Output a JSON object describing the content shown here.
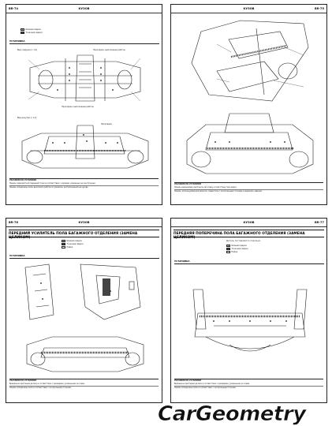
{
  "pages": {
    "p1": {
      "page_code": "BR-74",
      "section": "КУЗОВ",
      "section_label": "УСТАНОВКА",
      "view1_caption": "Вид снаружи (с 1-2)",
      "view2_caption": "Вид изнутри (с 1-2)",
      "callout_a": "Прокладка, выполнение работы",
      "callout_b": "Прокладка, выполнение работы",
      "callout_c": "Прокладка",
      "notes_heading": "УКАЗАНИЯ ПО УСТАНОВКЕ",
      "notes": [
        "Панель перекрёстной передней точки в соответствии с нормами, указанных на конструкции.",
        "Панель поперечины пола, выполните работы по разметке, расположенной на кузове."
      ],
      "legend": [
        "Шовная сварка",
        "Точечная сварка"
      ]
    },
    "p2": {
      "page_code": "BR-75",
      "section": "КУЗОВ",
      "notes_heading": "УКАЗАНИЯ ПО УСТАНОВКЕ",
      "notes": [
        "Панель заменяемая, выполнить заготовку и подготовку под сварку.",
        "Панель, используемая для ремонта, совместить с контрольными точками и закрепить сваркой."
      ]
    },
    "p3": {
      "page_code": "BR-76",
      "section": "КУЗОВ",
      "title": "ПЕРЕДНИЙ УСИЛИТЕЛЬ ПОЛА БАГАЖНОГО ОТДЕЛЕНИЯ (ЗАМЕНА ЦЕЛИКОМ)",
      "section_label": "УСТАНОВКА",
      "legend": [
        "Шовная сварка",
        "Точечная сварка",
        "Пайка"
      ],
      "notes_heading": "УКАЗАНИЯ ПО УСТАНОВКЕ",
      "notes": [
        "Временное крепление детали в соответствии с размерами, указанными на схеме.",
        "Панель поперечины пола в соответствии с контрольными точками."
      ]
    },
    "p4": {
      "page_code": "BR-77",
      "section": "КУЗОВ",
      "title": "ПЕРЕДНЯЯ ПОПЕРЕЧИНА ПОЛА БАГАЖНОГО ОТДЕЛЕНИЯ (ЗАМЕНА ЦЕЛИКОМ)",
      "subtitle": "Деталь поставляется отдельно.",
      "section_label": "УСТАНОВКА",
      "legend": [
        "Шовная сварка",
        "Точечная сварка",
        "Пайка"
      ],
      "notes_heading": "УКАЗАНИЯ ПО УСТАНОВКЕ",
      "notes": [
        "Временное крепление детали в соответствии с размерами, указанными на схеме.",
        "Панель поперечины пола в соответствии с контрольными точками."
      ]
    }
  },
  "watermark": {
    "text": "CarGeometry",
    "color": "#111111"
  }
}
